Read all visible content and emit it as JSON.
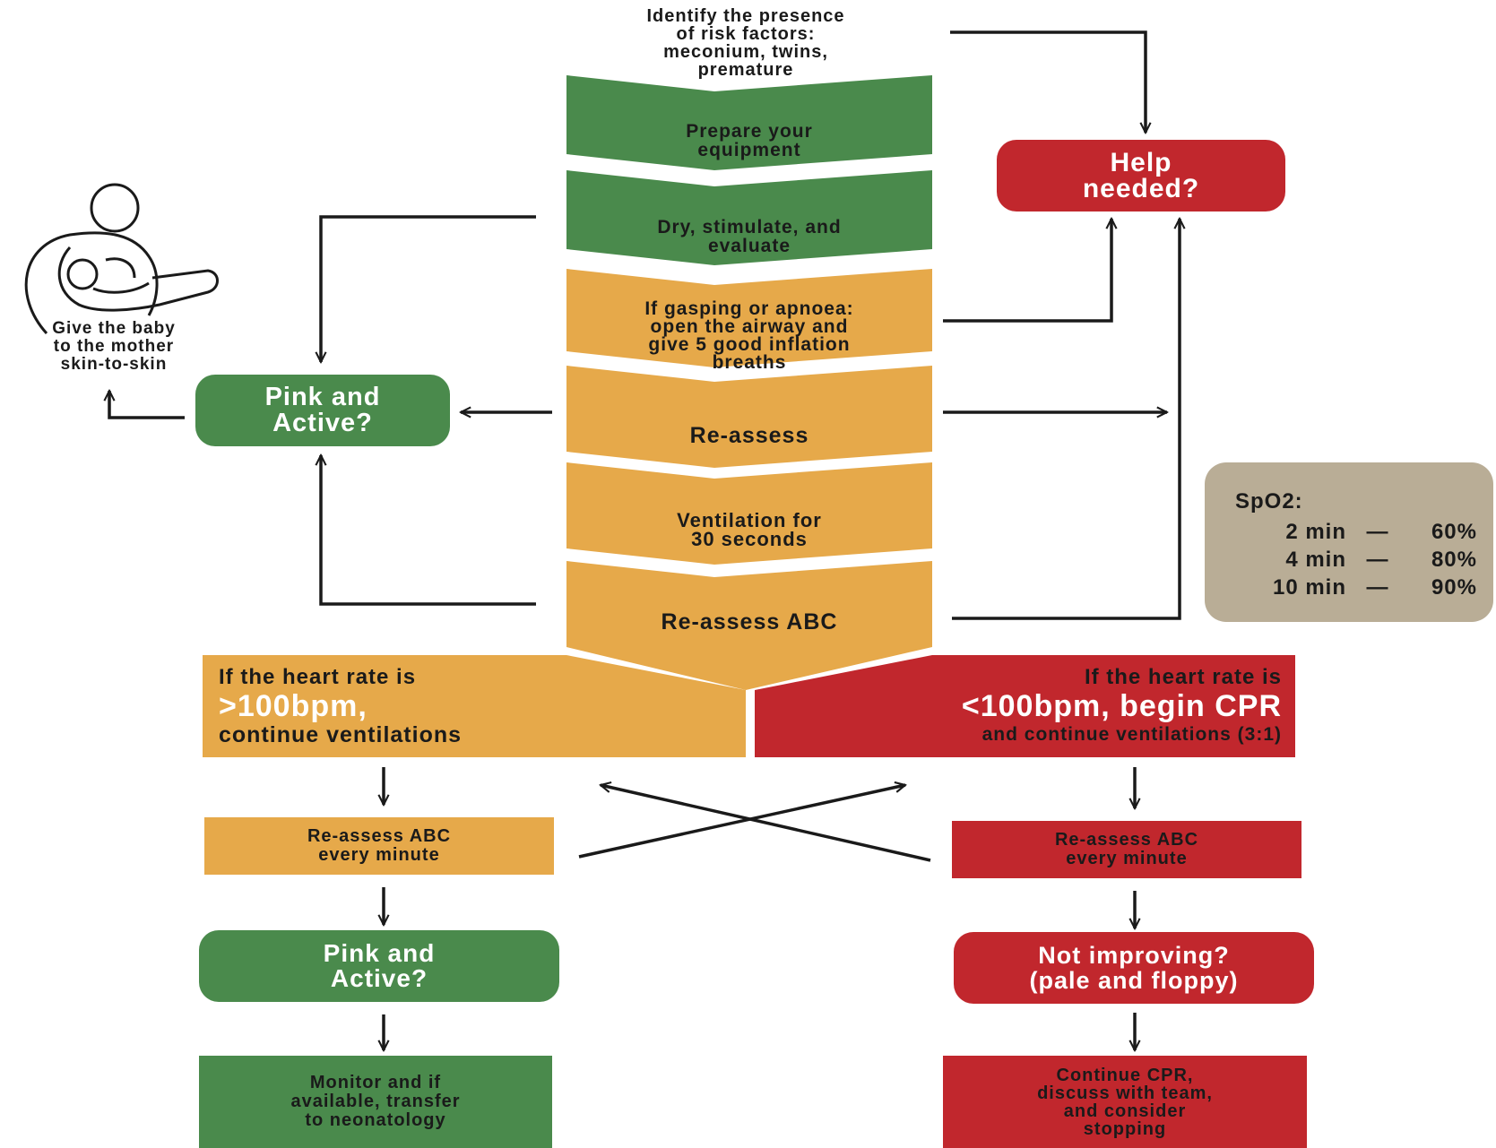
{
  "colors": {
    "green": "#4a8a4c",
    "orange": "#e6a94a",
    "red": "#c1272d",
    "tan": "#b9ad96",
    "line": "#1a1a1a"
  },
  "top_text": "Identify the presence\nof risk factors:\nmeconium, twins,\npremature",
  "chevrons": [
    {
      "text": "Prepare your\nequipment",
      "color": "green"
    },
    {
      "text": "Dry, stimulate, and\nevaluate",
      "color": "green"
    },
    {
      "text": "If gasping or apnoea:\nopen the airway and\ngive 5 good inflation\nbreaths",
      "color": "orange"
    },
    {
      "text": "Re-assess",
      "color": "orange"
    },
    {
      "text": "Ventilation for\n30 seconds",
      "color": "orange"
    },
    {
      "text": "Re-assess ABC",
      "color": "orange"
    }
  ],
  "help_box": "Help\nneeded?",
  "pink_active_top": "Pink and\nActive?",
  "mother_icon": "mother-holding-baby-icon",
  "mother_caption": "Give the baby\nto the mother\nskin-to-skin",
  "spo2": {
    "title": "SpO2:",
    "rows": [
      {
        "time": "2 min",
        "dash": "—",
        "value": "60%"
      },
      {
        "time": "4 min",
        "dash": "—",
        "value": "80%"
      },
      {
        "time": "10 min",
        "dash": "—",
        "value": "90%"
      }
    ]
  },
  "left_branch": {
    "line1": "If the heart rate is",
    "line2": ">100bpm,",
    "line3": "continue ventilations",
    "reassess": "Re-assess ABC\nevery minute",
    "pink_active": "Pink and\nActive?",
    "final": "Monitor and if\navailable, transfer\nto neonatology"
  },
  "right_branch": {
    "line1": "If the heart rate is",
    "line2": "<100bpm, begin CPR",
    "line3": "and continue ventilations (3:1)",
    "reassess": "Re-assess ABC\nevery minute",
    "not_improving": "Not improving?\n(pale and floppy)",
    "final": "Continue CPR,\ndiscuss with team,\nand consider\nstopping"
  }
}
